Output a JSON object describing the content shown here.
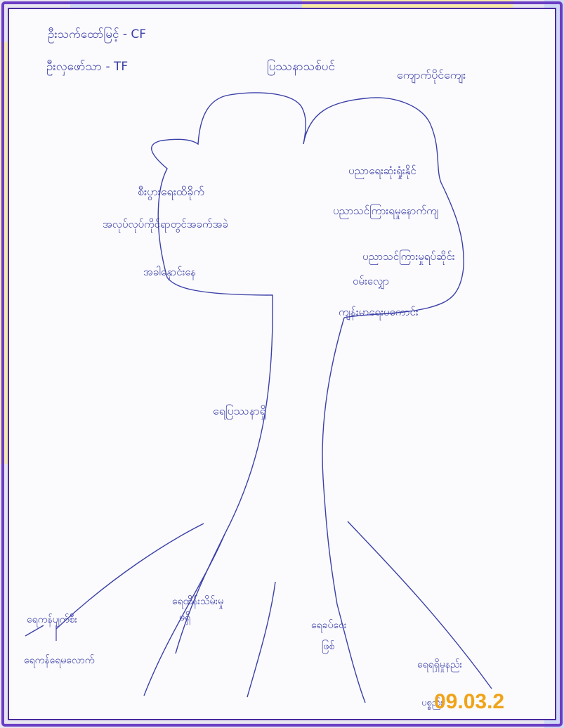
{
  "colors": {
    "frame": "#6b3cc4",
    "frame_inner": "#4a2aa0",
    "paper": "#fbfbfd",
    "ink": "#3b3fa8",
    "stamp": "#f0a318",
    "banner_yellow": "#f6e9a8",
    "banner_blue": "#cfd8f5"
  },
  "header": {
    "line1": "ဦးသက်ထော်မြင့် - CF",
    "line2": "ဦးလှဖော်သာ - TF",
    "title": "ပြဿနာသစ်ပင်",
    "place": "ကျောက်ပိုင်ကျေး"
  },
  "canopy_items": [
    "စီးပွားရေးထိခိုက်",
    "အလုပ်လုပ်ကိုင်ရာတွင်အခက်အခဲ",
    "အခါနှောင်းနေ",
    "ပညာရေးဆုံးရှုံးနိုင်",
    "ပညာသင်ကြားရမှုနောက်ကျ",
    "ပညာသင်ကြားမှုရပ်ဆိုင်း",
    "ဝမ်းလျှော",
    "ကျန်းမာရေးမကောင်း"
  ],
  "trunk_label": "ရေပြဿနာရှိ",
  "root_items": [
    "ရေကန်ပျက်စီး",
    "ရေကန်ရေမလောက်",
    "ရေထိန်းသိမ်းမှု",
    "မရှိ",
    "ရေခပ်ဝေး",
    "ဖြစ်",
    "ရေရရှိမှုနည်း",
    "ပစ္စည်း"
  ],
  "date_stamp": "09.03.2"
}
